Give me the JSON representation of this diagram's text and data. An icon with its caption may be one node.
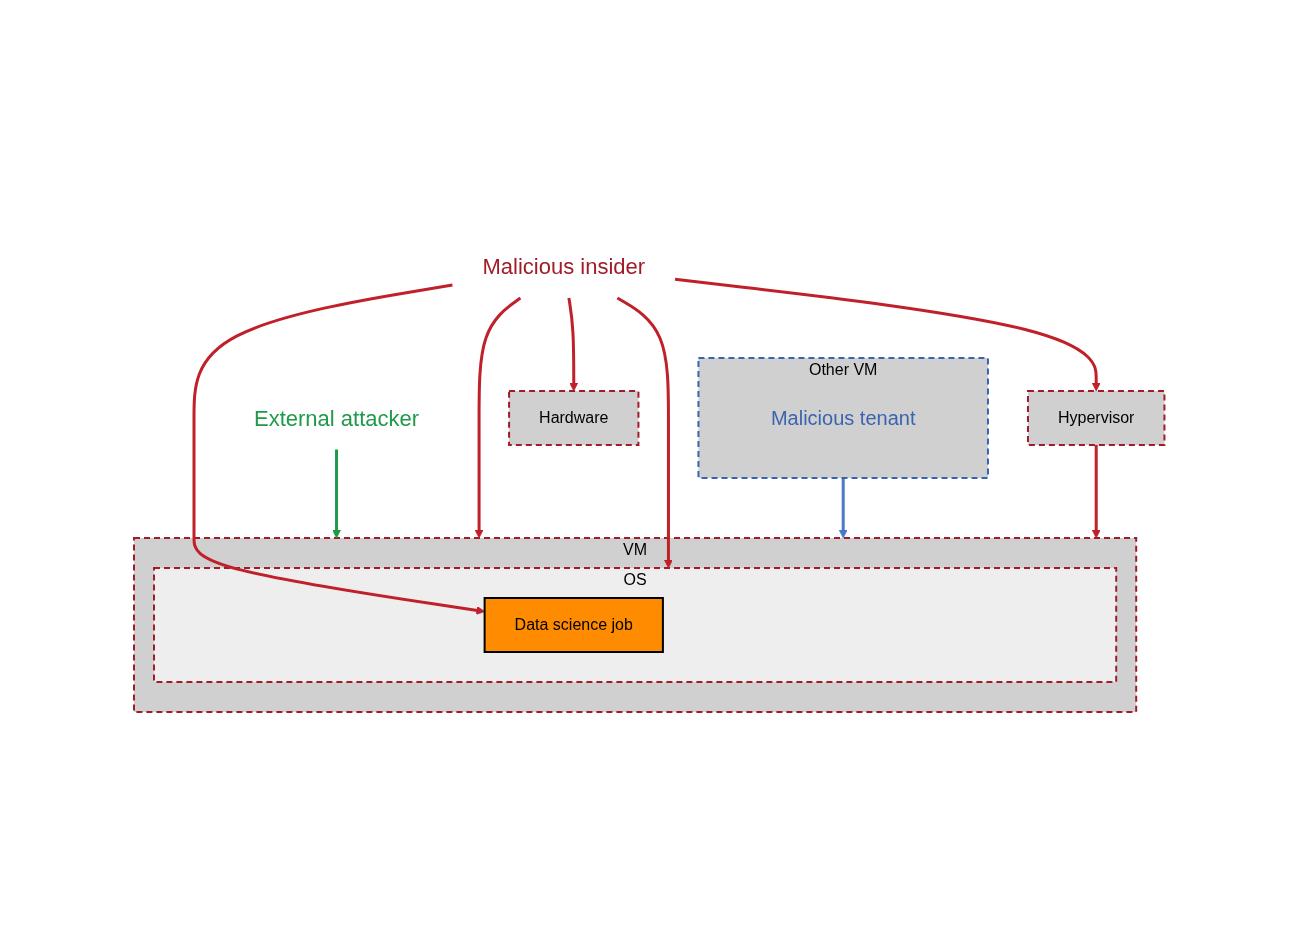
{
  "diagram": {
    "nodes": [
      {
        "text": [
          "External attacker"
        ]
      },
      {
        "text": [
          "VM"
        ]
      },
      {
        "text": [
          "OS"
        ],
        "in": 1
      },
      {
        "text": [
          "Data science job"
        ],
        "in": 2
      },
      {
        "text": [
          "Other VM"
        ]
      },
      {
        "text": [
          "Malicious tenant"
        ],
        "in": 4
      },
      {
        "text": [
          "Malicious insider"
        ]
      },
      {
        "text": [
          "Hypervisor"
        ]
      },
      {
        "text": [
          "Hardware"
        ]
      }
    ],
    "edges": [
      {
        "from": 0,
        "to": 1,
        "arrow": "to",
        "color": "#1e9a48"
      },
      {
        "from": 6,
        "to": 1,
        "arrow": "to"
      },
      {
        "from": 6,
        "to": 2,
        "arrow": "to"
      },
      {
        "from": 6,
        "to": 3,
        "arrow": "to"
      },
      {
        "from": 4,
        "to": 1,
        "arrow": "to",
        "color": "#4a7acc"
      },
      {
        "from": 7,
        "to": 1,
        "arrow": "to"
      },
      {
        "from": 6,
        "to": 7,
        "arrow": "to"
      },
      {
        "from": 6,
        "to": 8,
        "arrow": "to"
      }
    ]
  }
}
